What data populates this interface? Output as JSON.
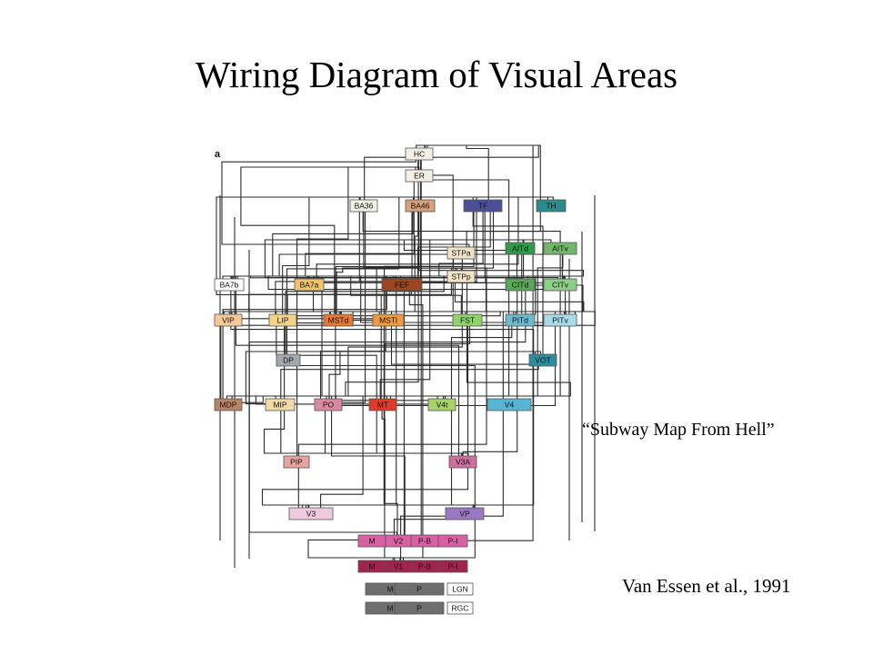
{
  "slide": {
    "title": "Wiring Diagram of Visual Areas",
    "quote": "“Subway Map From Hell”",
    "citation": "Van Essen et al., 1991"
  },
  "diagram": {
    "panel_label": "a",
    "areas": [
      {
        "id": "HC",
        "label": "HC",
        "color": "#f3efe3"
      },
      {
        "id": "ER",
        "label": "ER",
        "color": "#f3efe3"
      },
      {
        "id": "BA36",
        "label": "BA36",
        "color": "#f3efe3"
      },
      {
        "id": "BA46",
        "label": "BA46",
        "color": "#d9a079"
      },
      {
        "id": "TF",
        "label": "TF",
        "color": "#4a4f9a"
      },
      {
        "id": "TH",
        "label": "TH",
        "color": "#2a8c8c"
      },
      {
        "id": "STPa",
        "label": "STPa",
        "color": "#f3e4c6"
      },
      {
        "id": "AITd",
        "label": "AITd",
        "color": "#2f9b4a"
      },
      {
        "id": "AITv",
        "label": "AITv",
        "color": "#73b86a"
      },
      {
        "id": "STPp",
        "label": "STPp",
        "color": "#f3e4c6"
      },
      {
        "id": "BA7b",
        "label": "BA7b",
        "color": "#ffffff"
      },
      {
        "id": "BA7a",
        "label": "BA7a",
        "color": "#f1c36a"
      },
      {
        "id": "FEF",
        "label": "FEF",
        "color": "#9b4621"
      },
      {
        "id": "CITd",
        "label": "CITd",
        "color": "#5aa857"
      },
      {
        "id": "CITv",
        "label": "CITv",
        "color": "#8ccf85"
      },
      {
        "id": "VIP",
        "label": "VIP",
        "color": "#f5c99a"
      },
      {
        "id": "LIP",
        "label": "LIP",
        "color": "#f5d488"
      },
      {
        "id": "MSTd",
        "label": "MSTd",
        "color": "#e7782e"
      },
      {
        "id": "MSTl",
        "label": "MSTl",
        "color": "#ef9a3c"
      },
      {
        "id": "FST",
        "label": "FST",
        "color": "#8fd46a"
      },
      {
        "id": "PITd",
        "label": "PITd",
        "color": "#6cb9cc"
      },
      {
        "id": "PITv",
        "label": "PITv",
        "color": "#a9dcea"
      },
      {
        "id": "DP",
        "label": "DP",
        "color": "#a3a8ad"
      },
      {
        "id": "VOT",
        "label": "VOT",
        "color": "#2d8ea0"
      },
      {
        "id": "MDP",
        "label": "MDP",
        "color": "#b68467"
      },
      {
        "id": "MIP",
        "label": "MIP",
        "color": "#f3d9a9"
      },
      {
        "id": "PO",
        "label": "PO",
        "color": "#d98aa0"
      },
      {
        "id": "MT",
        "label": "MT",
        "color": "#e23a2a"
      },
      {
        "id": "V4t",
        "label": "V4t",
        "color": "#a6d46a"
      },
      {
        "id": "V4",
        "label": "V4",
        "color": "#59b4d3"
      },
      {
        "id": "PIP",
        "label": "PIP",
        "color": "#e8a4a0"
      },
      {
        "id": "V3A",
        "label": "V3A",
        "color": "#cf6fa0"
      },
      {
        "id": "V3",
        "label": "V3",
        "color": "#efc9dd"
      },
      {
        "id": "VP",
        "label": "VP",
        "color": "#9b79c2"
      },
      {
        "id": "V2-M",
        "label": "M",
        "color": "#d861a5"
      },
      {
        "id": "V2",
        "label": "V2",
        "color": "#d861a5"
      },
      {
        "id": "V2-PB",
        "label": "P-B",
        "color": "#d861a5"
      },
      {
        "id": "V2-PI",
        "label": "P-I",
        "color": "#d861a5"
      },
      {
        "id": "V1-M",
        "label": "M",
        "color": "#a1244f"
      },
      {
        "id": "V1",
        "label": "V1",
        "color": "#a1244f"
      },
      {
        "id": "V1-PB",
        "label": "P-B",
        "color": "#a1244f"
      },
      {
        "id": "V1-PI",
        "label": "P-I",
        "color": "#a1244f"
      },
      {
        "id": "LGN-M",
        "label": "M",
        "color": "#6e6e6e"
      },
      {
        "id": "LGN-P",
        "label": "P",
        "color": "#6e6e6e"
      },
      {
        "id": "LGN",
        "label": "LGN",
        "color": "#ffffff"
      },
      {
        "id": "RGC-M",
        "label": "M",
        "color": "#6e6e6e"
      },
      {
        "id": "RGC-P",
        "label": "P",
        "color": "#6e6e6e"
      },
      {
        "id": "RGC",
        "label": "RGC",
        "color": "#ffffff"
      }
    ]
  }
}
